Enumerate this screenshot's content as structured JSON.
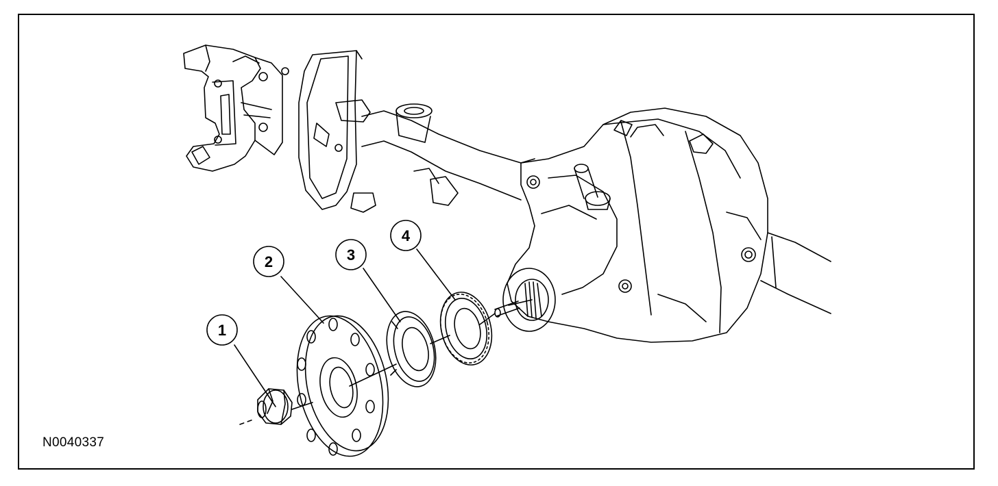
{
  "figure": {
    "id": "N0040337"
  },
  "callouts": [
    {
      "label": "1"
    },
    {
      "label": "2"
    },
    {
      "label": "3"
    },
    {
      "label": "4"
    }
  ],
  "colors": {
    "ink": "#000000",
    "background": "#ffffff"
  }
}
